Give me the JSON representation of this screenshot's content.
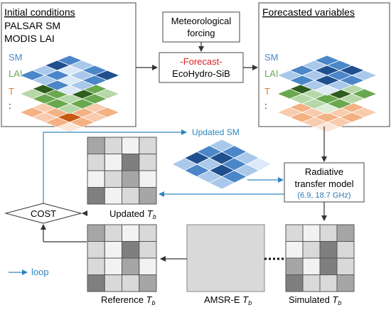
{
  "colors": {
    "sm_dark": "#1f4f8f",
    "sm_mid": "#4a86c8",
    "sm_light": "#a9c8ea",
    "sm_pale": "#dce9f7",
    "lai_dark": "#2e5e1e",
    "lai_mid": "#6aa84f",
    "lai_light": "#b6d7a8",
    "lai_pale": "#dcedd4",
    "t_dark": "#c55a11",
    "t_mid": "#f4b183",
    "t_light": "#f8cbad",
    "t_pale": "#fbe5d6",
    "grey_dark": "#7f7f7f",
    "grey_mid": "#a6a6a6",
    "grey_light": "#d9d9d9",
    "grey_pale": "#f2f2f2",
    "arrow_black": "#333333",
    "loop_blue": "#2e86c1",
    "forecast_red": "#e02020",
    "freq_blue": "#2e75b6"
  },
  "initial": {
    "title": "Initial conditions",
    "line1": "PALSAR SM",
    "line2": "MODIS LAI",
    "labels": {
      "sm": "SM",
      "lai": "LAI",
      "t": "T",
      "dots": ":"
    }
  },
  "forecasted": {
    "title": "Forecasted variables",
    "labels": {
      "sm": "SM",
      "lai": "LAI",
      "t": "T",
      "dots": ":"
    }
  },
  "met": {
    "line1": "Meteorological",
    "line2": "forcing"
  },
  "forecast": {
    "line1": "-Forecast-",
    "line2": "EcoHydro-SiB"
  },
  "rtm": {
    "line1": "Radiative",
    "line2": "transfer model",
    "line3": "(6.9, 18.7 GHz)"
  },
  "updated_sm": "Updated SM",
  "cost": "COST",
  "updated_tb": {
    "text": "Updated ",
    "sym": "T",
    "sub": "b"
  },
  "reference_tb": {
    "text": "Reference ",
    "sym": "T",
    "sub": "b"
  },
  "amsre_tb": {
    "text": "AMSR-E ",
    "sym": "T",
    "sub": "b"
  },
  "simulated_tb": {
    "text": "Simulated ",
    "sym": "T",
    "sub": "b"
  },
  "loop_legend": "loop"
}
